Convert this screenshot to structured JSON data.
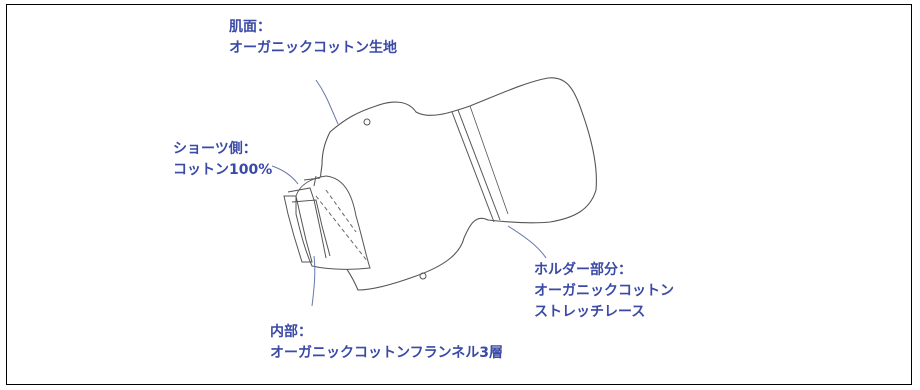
{
  "labels": {
    "skin": {
      "title": "肌面：",
      "detail": "オーガニックコットン生地"
    },
    "shorts": {
      "title": "ショーツ側：",
      "detail": "コットン100%"
    },
    "holder": {
      "title": "ホルダー部分：",
      "line1": "オーガニックコットン",
      "line2": "ストレッチレース"
    },
    "inner": {
      "title": "内部：",
      "detail": "オーガニックコットンフランネル3層"
    }
  },
  "colors": {
    "label": "#3a4aa6",
    "sketch": "#555555",
    "leader": "#6677aa"
  }
}
